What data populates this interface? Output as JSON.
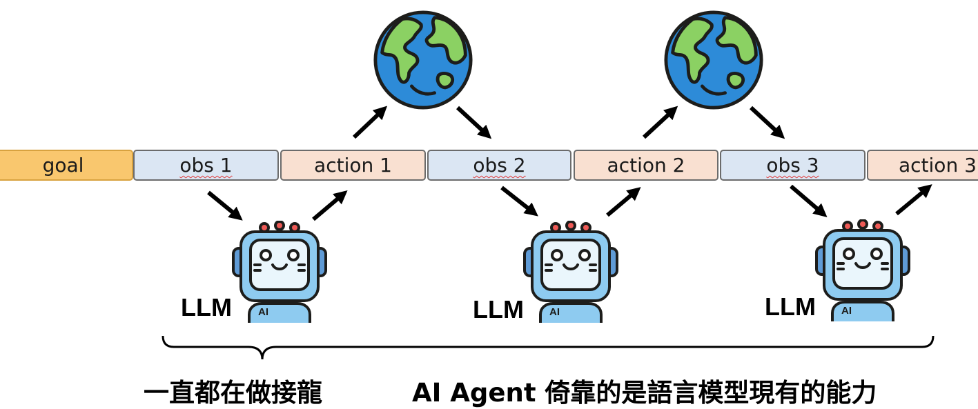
{
  "sequence": {
    "goal": "goal",
    "obs1": "obs 1",
    "action1": "action 1",
    "obs2": "obs 2",
    "action2": "action 2",
    "obs3": "obs 3",
    "action3": "action 3"
  },
  "llm_label": "LLM",
  "robot_badge": "AI",
  "captions": {
    "left": "一直都在做接龍",
    "right": "AI Agent 倚靠的是語言模型現有的能力"
  },
  "colors": {
    "goal": "#f9c76e",
    "obs": "#dbe6f3",
    "action": "#f9e0d1",
    "ocean": "#2d8bd8",
    "land": "#8bd163",
    "robot_body": "#8ecbf0"
  },
  "icons": [
    "earth-globe-icon",
    "robot-llm-icon",
    "arrow-icon",
    "curly-brace"
  ]
}
